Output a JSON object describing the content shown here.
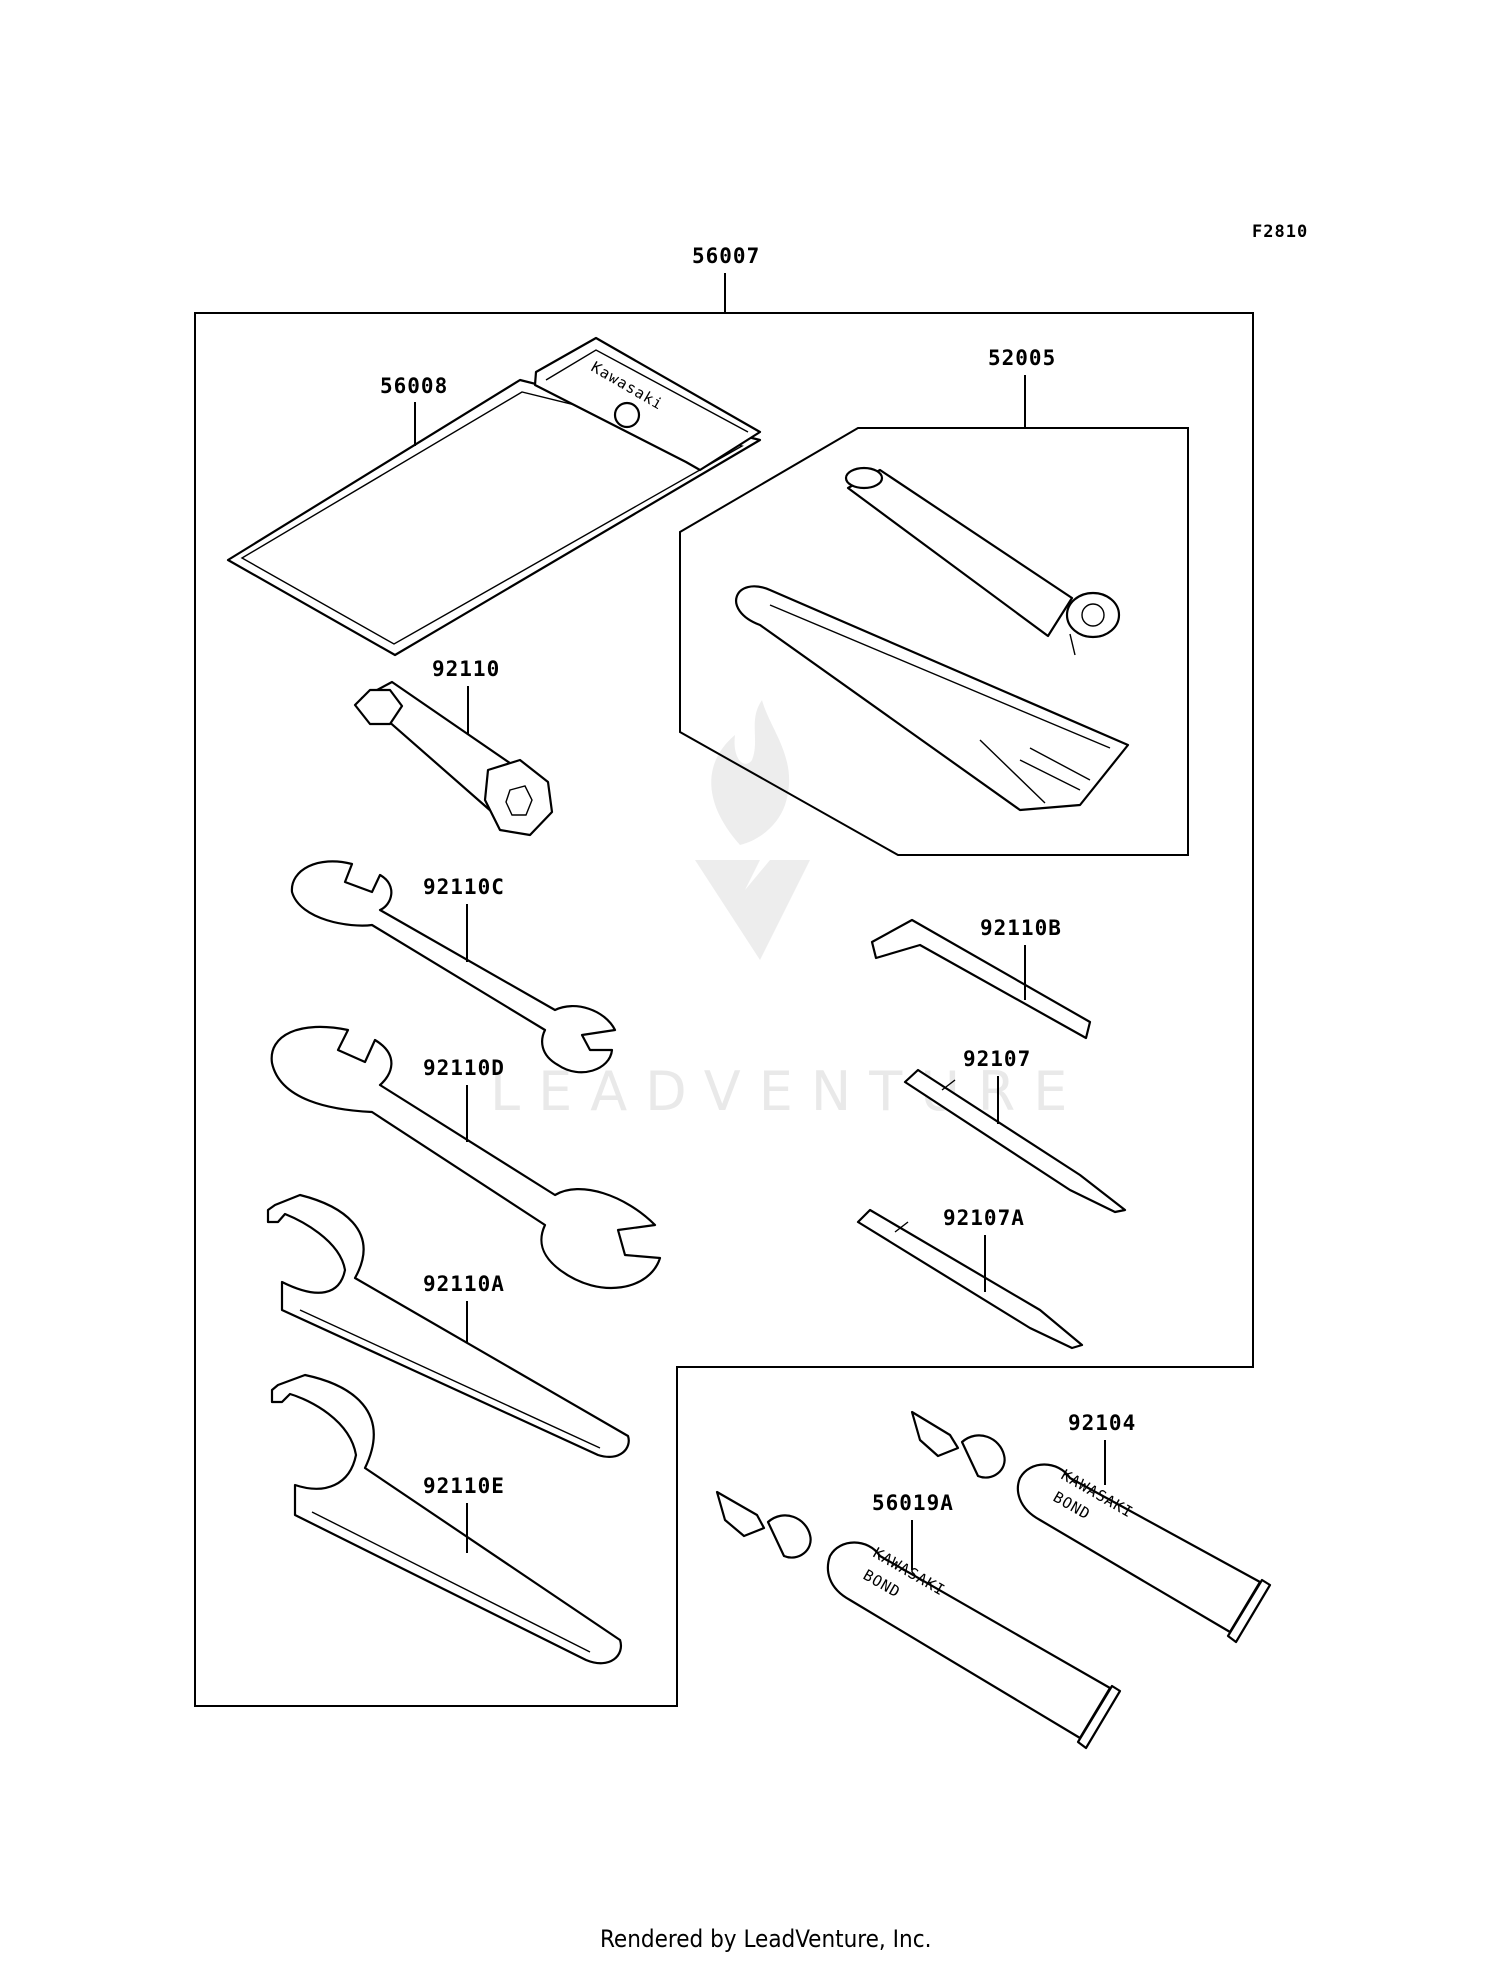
{
  "figure_code": "F2810",
  "assembly_part": "56007",
  "parts": {
    "p56008": "56008",
    "p52005": "52005",
    "p92110": "92110",
    "p92110C": "92110C",
    "p92110D": "92110D",
    "p92110A": "92110A",
    "p92110E": "92110E",
    "p92110B": "92110B",
    "p92107": "92107",
    "p92107A": "92107A",
    "p92104": "92104",
    "p56019A": "56019A"
  },
  "pouch_brand": "Kawasaki",
  "tube_brand": "KAWASAKI",
  "tube_product": "BOND",
  "watermark": "LEADVENTURE",
  "footer": "Rendered by LeadVenture, Inc."
}
